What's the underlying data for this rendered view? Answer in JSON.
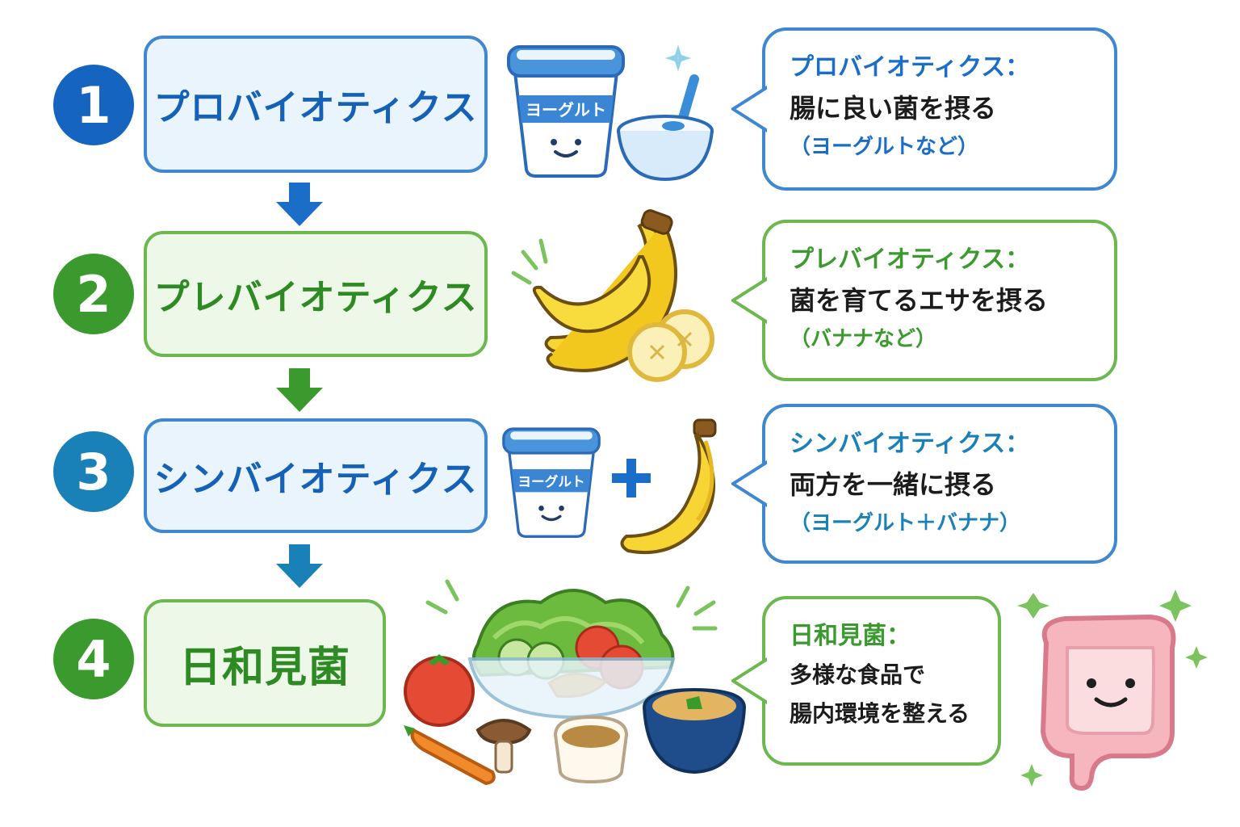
{
  "steps": [
    {
      "number": "1",
      "title": "プロバイオティクス",
      "bubble_head": "プロバイオティクス：",
      "bubble_body": [
        "腸に良い菌を摂る"
      ],
      "bubble_note": "（ヨーグルトなど）",
      "color": "#1a6ec8",
      "box_fill": "#eaf4fd",
      "box_border": "#3f88d0"
    },
    {
      "number": "2",
      "title": "プレバイオティクス",
      "bubble_head": "プレバイオティクス：",
      "bubble_body": [
        "菌を育てるエサを摂る"
      ],
      "bubble_note": "（バナナなど）",
      "color": "#3a9a2e",
      "box_fill": "#eef8e8",
      "box_border": "#6cb84f"
    },
    {
      "number": "3",
      "title": "シンバイオティクス",
      "bubble_head": "シンバイオティクス：",
      "bubble_body": [
        "両方を一緒に摂る"
      ],
      "bubble_note": "（ヨーグルト＋バナナ）",
      "color": "#1a80b8",
      "box_fill": "#eaf4fd",
      "box_border": "#3f88d0"
    },
    {
      "number": "4",
      "title": "日和見菌",
      "bubble_head": "日和見菌：",
      "bubble_body": [
        "多様な食品で",
        "腸内環境を整える"
      ],
      "bubble_note": "",
      "color": "#3a9a2e",
      "box_fill": "#eef8e8",
      "box_border": "#6cb84f"
    }
  ],
  "labels": {
    "yogurt_1": "ヨーグルト",
    "yogurt_3": "ヨーグルト"
  },
  "icons": [
    "yogurt-cup-icon",
    "yogurt-bowl-icon",
    "banana-bunch-icon",
    "banana-icon",
    "plus-icon",
    "salad-bowl-icon",
    "tomato-icon",
    "carrot-icon",
    "mushroom-icon",
    "natto-icon",
    "miso-soup-icon",
    "intestine-icon",
    "down-arrow-icon",
    "sparkle-icon"
  ],
  "colors": {
    "blue": "#1a6ec8",
    "green": "#3a9a2e",
    "teal_blue": "#1a80b8"
  }
}
